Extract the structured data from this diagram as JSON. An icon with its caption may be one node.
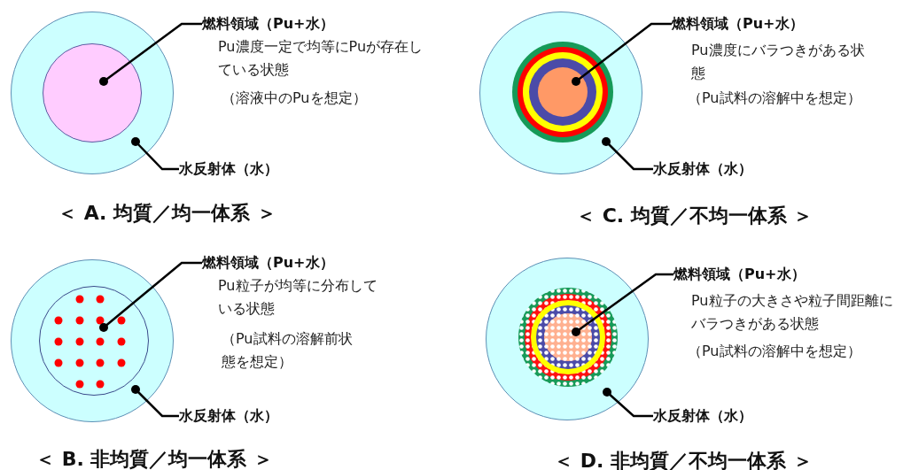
{
  "diagram": {
    "nodes": [
      {
        "text": [],
        "shape": "circle"
      },
      {
        "text": [],
        "shape": "circle",
        "in": 0
      },
      {
        "text": [
          "燃料領域（Pu+水）"
        ],
        "beside": [
          "Pu濃度一定で均等にPuが存在している状態",
          "（溶液中のPuを想定）"
        ]
      },
      {
        "text": [
          "水反射体（水）"
        ]
      },
      {
        "text": [],
        "shape": "circle"
      },
      {
        "text": [],
        "shape": "circle",
        "in": 4
      },
      {
        "text": [
          "燃料領域（Pu+水）"
        ],
        "beside": [
          "Pu濃度にバラつきがある状態",
          "（Pu試料の溶解中を想定）"
        ]
      },
      {
        "text": [
          "水反射体（水）"
        ]
      },
      {
        "text": [],
        "shape": "circle"
      },
      {
        "text": [],
        "shape": "circle",
        "in": 8
      },
      {
        "text": [
          "燃料領域（Pu+水）"
        ],
        "beside": [
          "Pu粒子が均等に分布している状態",
          "（Pu試料の溶解前状態を想定）"
        ]
      },
      {
        "text": [
          "水反射体（水）"
        ]
      },
      {
        "text": [],
        "shape": "circle"
      },
      {
        "text": [],
        "shape": "circle",
        "in": 12
      },
      {
        "text": [
          "燃料領域（Pu+水）"
        ],
        "beside": [
          "Pu粒子の大きさや粒子間距離にバラつきがある状態",
          "（Pu試料の溶解中を想定）"
        ]
      },
      {
        "text": [
          "水反射体（水）"
        ]
      }
    ],
    "edges": [
      {
        "from": 2,
        "to": 1,
        "arrow": "other"
      },
      {
        "from": 3,
        "to": 0,
        "arrow": "other"
      },
      {
        "from": 6,
        "to": 5,
        "arrow": "other"
      },
      {
        "from": 7,
        "to": 4,
        "arrow": "other"
      },
      {
        "from": 10,
        "to": 9,
        "arrow": "other"
      },
      {
        "from": 11,
        "to": 8,
        "arrow": "other"
      },
      {
        "from": 14,
        "to": 13,
        "arrow": "other"
      },
      {
        "from": 15,
        "to": 12,
        "arrow": "other"
      }
    ],
    "labels": [
      "＜ A. 均質／均一体系 ＞",
      "＜ C. 均質／不均一体系 ＞",
      "＜ B. 非均質／均一体系 ＞",
      "＜ D. 非均質／不均一体系 ＞"
    ]
  }
}
